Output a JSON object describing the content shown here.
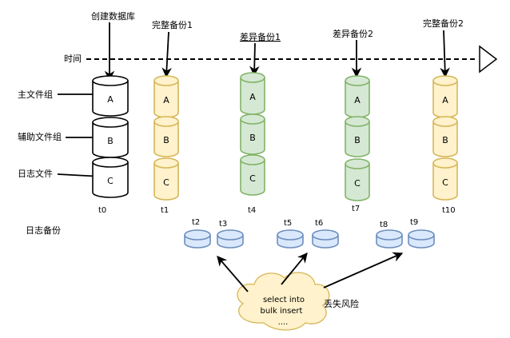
{
  "timeline": {
    "label": "时间"
  },
  "events": {
    "create_db": "创建数据库",
    "full1": "完整备份1",
    "diff1": "差异备份1",
    "diff2": "差异备份2",
    "full2": "完整备份2"
  },
  "rows": {
    "primary": "主文件组",
    "secondary": "辅助文件组",
    "log": "日志文件",
    "log_backup": "日志备份"
  },
  "cylinder_letters": {
    "a": "A",
    "b": "B",
    "c": "C"
  },
  "times": [
    "t0",
    "t1",
    "t4",
    "t7",
    "t10"
  ],
  "log_times": [
    "t2",
    "t3",
    "t5",
    "t6",
    "t8",
    "t9"
  ],
  "cloud": {
    "line1": "select into",
    "line2": "bulk insert",
    "line3": "...."
  },
  "risk_label": "丢失风险",
  "colors": {
    "black_fill": "#ffffff",
    "black_stroke": "#000000",
    "yellow_fill": "#fff2cc",
    "yellow_stroke": "#d6b656",
    "green_fill": "#d5e8d4",
    "green_stroke": "#82b366",
    "blue_fill": "#dae8fc",
    "blue_stroke": "#6c8ebf",
    "cloud_fill": "#fff2cc",
    "cloud_stroke": "#d6b656"
  }
}
